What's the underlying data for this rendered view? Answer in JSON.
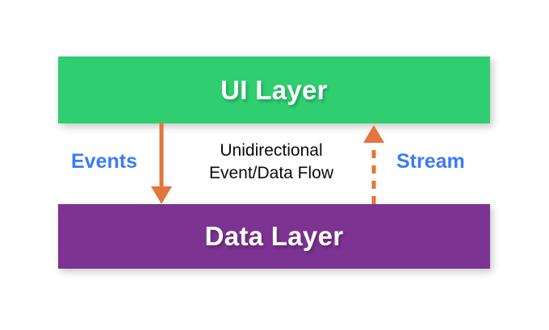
{
  "diagram": {
    "title": "Unidirectional Event/Data Flow",
    "background_color": "#ffffff",
    "ui_layer": {
      "label": "UI Layer",
      "color": "#2ECE71",
      "text_color": "#ffffff"
    },
    "data_layer": {
      "label": "Data Layer",
      "color": "#7D3391",
      "text_color": "#ffffff"
    },
    "caption": {
      "line1": "Unidirectional",
      "line2": "Event/Data Flow",
      "color": "#0a0a0a"
    },
    "labels": {
      "events": "Events",
      "stream": "Stream",
      "color": "#3C7BF6"
    },
    "arrows": {
      "color": "#E2763C",
      "events_arrow": {
        "name": "events-arrow",
        "direction": "down",
        "style": "solid",
        "from": "UI Layer",
        "to": "Data Layer"
      },
      "stream_arrow": {
        "name": "stream-arrow",
        "direction": "up",
        "style": "dashed",
        "from": "Data Layer",
        "to": "UI Layer"
      }
    }
  }
}
